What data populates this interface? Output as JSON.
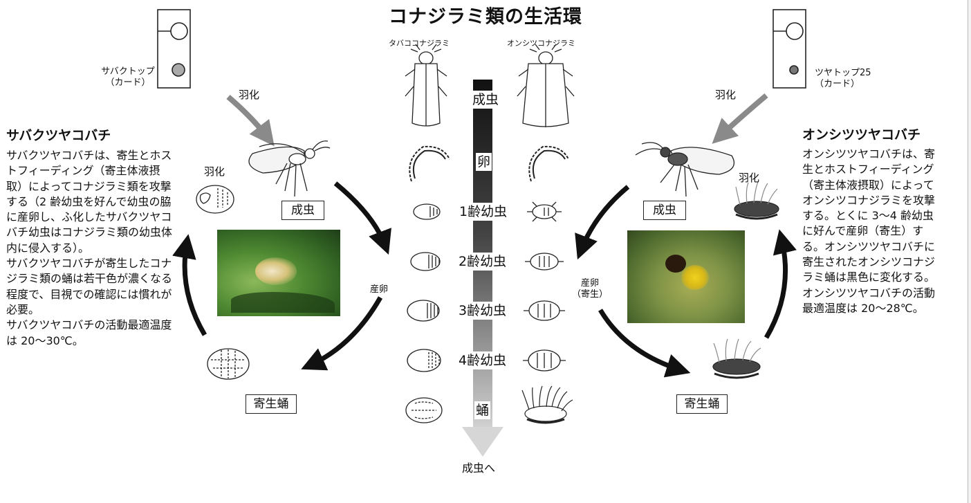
{
  "title": "コナジラミ類の生活環",
  "species": {
    "left": "タバココナジラミ",
    "right": "オンシツコナジラミ"
  },
  "stages": [
    "成虫",
    "卵",
    "1齢幼虫",
    "2齢幼虫",
    "3齢幼虫",
    "4齢幼虫",
    "蛹"
  ],
  "to_adult": "成虫へ",
  "left_wasp": {
    "heading": "サバクツヤコバチ",
    "description": "サバクツヤコバチは、寄生とホストフィーディング（寄主体液摂取）によってコナジラミ類を攻撃する（2 齢幼虫を好んで幼虫の脇に産卵し、ふ化したサバクツヤコバチ幼虫はコナジラミ類の幼虫体内に侵入する）。",
    "description2": "サバクツヤコバチが寄生したコナジラミ類の蛹は若干色が濃くなる程度で、目視での確認には慣れが必要。",
    "description3": "サバクツヤコバチの活動最適温度は 20〜30℃。",
    "card": "サバクトップ\n（カード）",
    "emergence_top": "羽化",
    "emergence_side": "羽化",
    "adult_label": "成虫",
    "oviposition": "産卵",
    "pupa_label": "寄生蛹"
  },
  "right_wasp": {
    "heading": "オンシツツヤコバチ",
    "description": "オンシツツヤコバチは、寄生とホストフィーディング（寄主体液摂取）によってオンシツコナジラミを攻撃する。とくに 3〜4 齢幼虫に好んで産卵（寄生）する。オンシツツヤコバチに寄生されたオンシツコナジラミ蛹は黒色に変化する。オンシツツヤコバチの活動最適温度は 20〜28℃。",
    "card": "ツヤトップ25\n（カード）",
    "emergence_top": "羽化",
    "emergence_side": "羽化",
    "adult_label": "成虫",
    "oviposition": "産卵\n（寄生）",
    "pupa_label": "寄生蛹"
  },
  "colors": {
    "stage_bar_top": "#111111",
    "stage_bar_bottom": "#d8d8d8",
    "left_arrow_gray": "#8a8a8a",
    "arrow_black": "#111111",
    "left_photo_bg": "#3f7a2c",
    "right_photo_bg": "#6f8a42"
  }
}
